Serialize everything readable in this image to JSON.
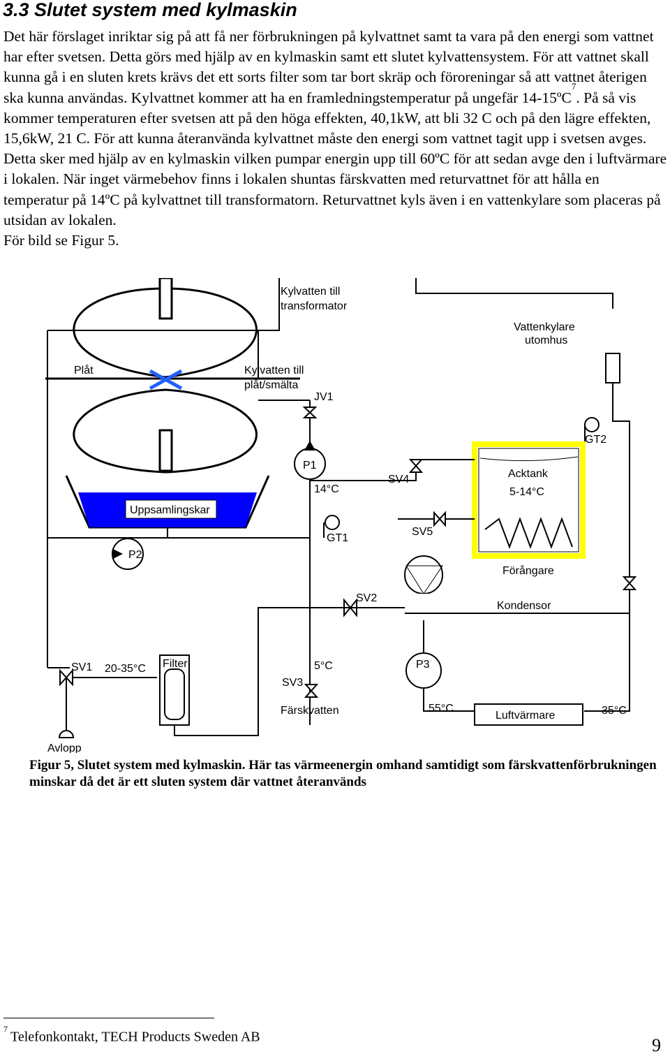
{
  "heading": "3.3 Slutet system med kylmaskin",
  "paragraph": {
    "part1": "Det här förslaget inriktar sig på att få ner förbrukningen på kylvattnet samt ta vara på den energi som vattnet har efter svetsen. Detta görs med hjälp av en kylmaskin samt ett slutet kylvattensystem. För att vattnet skall kunna gå i en sluten krets krävs det ett sorts filter som tar bort skräp och föroreningar så att vattnet återigen ska kunna användas. Kylvattnet kommer att ha en framledningstemperatur på ungefär 14-15ºC",
    "footnote_ref": "7",
    "part2": ". På så vis kommer temperaturen efter svetsen att på den höga effekten, 40,1kW, att bli 32 C och på den lägre effekten, 15,6kW, 21 C. För att kunna återanvända kylvattnet måste den energi som vattnet tagit upp i svetsen avges. Detta sker med hjälp av en kylmaskin vilken pumpar energin upp till 60ºC för att sedan avge den i luftvärmare i lokalen. När inget värmebehov finns i lokalen shuntas färskvatten med returvattnet för att hålla en temperatur på 14ºC på kylvattnet till transformatorn. Returvattnet kyls även i en vattenkylare som placeras på utsidan av lokalen.",
    "figure_ref": "För bild se Figur 5."
  },
  "diagram": {
    "labels": {
      "kylvatten_transformator_1": "Kylvatten till",
      "kylvatten_transformator_2": "transformator",
      "vattenkylare_1": "Vattenkylare",
      "vattenkylare_2": "utomhus",
      "plat": "Plåt",
      "kylvatten_plat_1": "Kylvatten till",
      "kylvatten_plat_2": "plåt/smälta",
      "jv1": "JV1",
      "gt2": "GT2",
      "p1": "P1",
      "p1_temp": "14°C",
      "sv4": "SV4",
      "acktank": "Acktank",
      "acktank_temp": "5-14°C",
      "uppsamlingskar": "Uppsamlingskar",
      "gt1": "GT1",
      "sv5": "SV5",
      "p2": "P2",
      "forangare": "Förångare",
      "sv2": "SV2",
      "kondensor": "Kondensor",
      "sv1": "SV1",
      "sv1_temp": "20-35°C",
      "filter": "Filter",
      "farskvatten_temp": "5°C",
      "p3": "P3",
      "sv3": "SV3",
      "farskvatten": "Färskvatten",
      "luftvarmare_in_temp": "55°C",
      "luftvarmare": "Luftvärmare",
      "luftvarmare_out_temp": "35°C",
      "avlopp": "Avlopp"
    },
    "colors": {
      "water": "#0000ff",
      "tank_border": "#ffff00",
      "cross": "#2060ff"
    }
  },
  "caption": "Figur 5, Slutet system med kylmaskin. Här tas värmeenergin omhand samtidigt som färskvattenförbrukningen minskar då det är ett sluten system där vattnet återanvänds",
  "footnote": {
    "number": "7",
    "text": "Telefonkontakt, TECH Products Sweden AB"
  },
  "page_number": "9"
}
